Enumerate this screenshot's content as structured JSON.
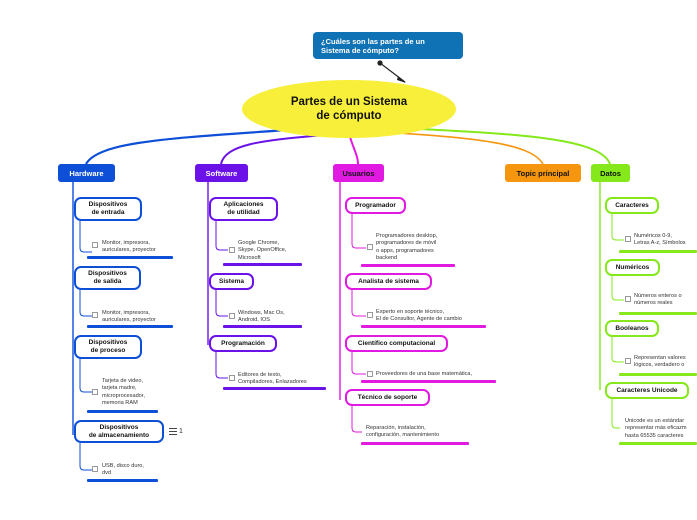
{
  "root": {
    "title": "Partes de un Sistema\nde cómputo"
  },
  "callout": {
    "text": "¿Cuáles son las partes de un\nSistema de cómputo?"
  },
  "colors": {
    "hardware": "#0e4fd8",
    "software": "#6a12e8",
    "usuarios": "#e01ae0",
    "topic": "#f5960e",
    "datos": "#84e81a",
    "root": "#f7ef3a",
    "callout": "#0f72b5"
  },
  "branches": {
    "hardware": {
      "label": "Hardware",
      "subs": [
        {
          "label": "Dispositivos\nde entrada",
          "leaf": "Monitor, impresora,\nauriculares, proyector"
        },
        {
          "label": "Dispositivos\nde salida",
          "leaf": "Monitor, impresora,\nauriculares, proyector"
        },
        {
          "label": "Dispositivos\nde proceso",
          "leaf": "Tarjeta de video,\ntarjeta madre,\nmicroprocesador,\nmemoria RAM"
        },
        {
          "label": "Dispositivos\nde almacenamiento",
          "leaf": "USB, disco duro,\ndvd",
          "count": "1"
        }
      ]
    },
    "software": {
      "label": "Software",
      "subs": [
        {
          "label": "Aplicaciones\nde utilidad",
          "leaf": "Google Chrome,\nSkype, OpenOffice,\nMicrosoft"
        },
        {
          "label": "Sistema",
          "leaf": "Windows, Mac Os,\nAndroid, IOS"
        },
        {
          "label": "Programación",
          "leaf": "Editores de texto,\nCompiladores, Enlazadores"
        }
      ]
    },
    "usuarios": {
      "label": "Usuarios",
      "subs": [
        {
          "label": "Programador",
          "leaf": "Programadores desktop,\nprogramadores de móvil\no apps, programadores\nbackend"
        },
        {
          "label": "Analista de sistema",
          "leaf": "Experto en soporte técnico,\nEl de Consultor, Agente de cambio"
        },
        {
          "label": "Científico computacional",
          "leaf": "Proveedores de una base matemática,"
        },
        {
          "label": "Técnico de soporte",
          "leaf": "Reparación, instalación,\nconfiguración, mantenimiento"
        }
      ]
    },
    "topic": {
      "label": "Topic principal"
    },
    "datos": {
      "label": "Datos",
      "subs": [
        {
          "label": "Caracteres",
          "leaf": "Numéricos 0-9,\nLetras A-z, Símbolos"
        },
        {
          "label": "Numéricos",
          "leaf": "Números enteros o\nnúmeros reales"
        },
        {
          "label": "Booleanos",
          "leaf": "Representan valores\nlógicos, verdadero  o"
        },
        {
          "label": "Caracteres Unicode",
          "leaf": "Unicode es un estándar\nrepresentar más eficazm\nhasta 65535 caracteres"
        }
      ]
    }
  }
}
